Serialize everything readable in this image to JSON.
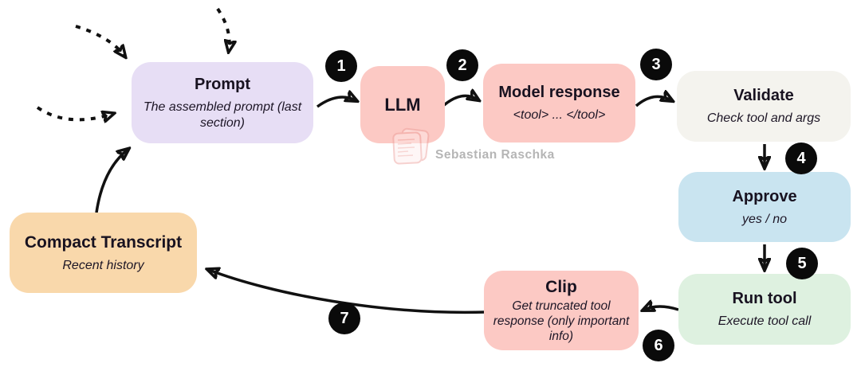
{
  "diagram": {
    "title_hint": "LLM tool-use loop",
    "nodes": {
      "prompt": {
        "title": "Prompt",
        "subtitle": "The assembled prompt (last section)",
        "color": "#e7def5"
      },
      "llm": {
        "title": "LLM",
        "subtitle": "",
        "color": "#fcc9c4"
      },
      "model_response": {
        "title": "Model response",
        "subtitle": "<tool> ... </tool>",
        "color": "#fcc9c4"
      },
      "validate": {
        "title": "Validate",
        "subtitle": "Check tool and args",
        "color": "#f4f3ee"
      },
      "approve": {
        "title": "Approve",
        "subtitle": "yes / no",
        "color": "#c9e4f0"
      },
      "run_tool": {
        "title": "Run tool",
        "subtitle": "Execute tool call",
        "color": "#def1e0"
      },
      "clip": {
        "title": "Clip",
        "subtitle": "Get truncated tool response (only important info)",
        "color": "#fcc9c4"
      },
      "compact_transcript": {
        "title": "Compact Transcript",
        "subtitle": "Recent history",
        "color": "#f9d8ab"
      }
    },
    "steps": [
      "1",
      "2",
      "3",
      "4",
      "5",
      "6",
      "7"
    ],
    "edges": [
      {
        "step": "1",
        "from": "prompt",
        "to": "llm"
      },
      {
        "step": "2",
        "from": "llm",
        "to": "model_response"
      },
      {
        "step": "3",
        "from": "model_response",
        "to": "validate"
      },
      {
        "step": "4",
        "from": "validate",
        "to": "approve"
      },
      {
        "step": "5",
        "from": "approve",
        "to": "run_tool"
      },
      {
        "step": "6",
        "from": "run_tool",
        "to": "clip"
      },
      {
        "step": "7",
        "from": "clip",
        "to": "compact_transcript"
      },
      {
        "step": "",
        "from": "compact_transcript",
        "to": "prompt"
      },
      {
        "step": "",
        "from": "external-context-dashed",
        "to": "prompt"
      }
    ],
    "watermark": {
      "author": "Sebastian Raschka"
    },
    "arrow_color": "#111111",
    "badge_color": "#0a0a0a"
  }
}
